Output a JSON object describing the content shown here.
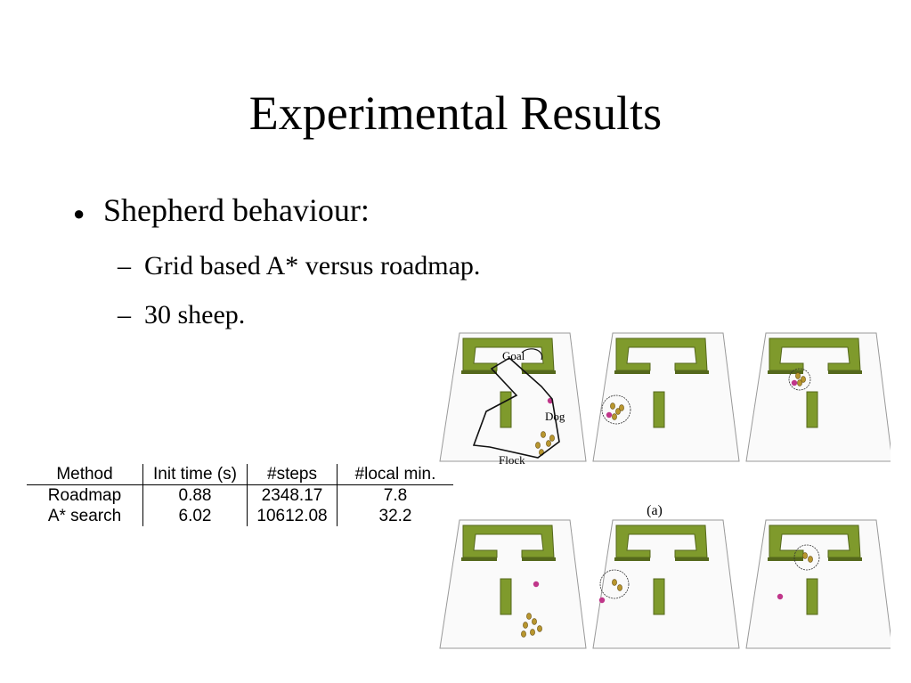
{
  "slide": {
    "title": "Experimental Results",
    "bullet": "Shepherd behaviour:",
    "subbullets": [
      "Grid based A* versus roadmap.",
      "30 sheep."
    ]
  },
  "table": {
    "headers": [
      "Method",
      "Init time (s)",
      "#steps",
      "#local min."
    ],
    "rows": [
      [
        "Roadmap",
        "0.88",
        "2348.17",
        "7.8"
      ],
      [
        "A* search",
        "6.02",
        "10612.08",
        "32.2"
      ]
    ]
  },
  "figure": {
    "labels": {
      "goal": "Goal",
      "dog": "Dog",
      "flock": "Flock",
      "panel_caption": "(a)"
    },
    "colors": {
      "wall": "#7f9a2c",
      "wall_dark": "#55681c",
      "dog": "#c0368a",
      "sheep": "#b8962e"
    }
  }
}
